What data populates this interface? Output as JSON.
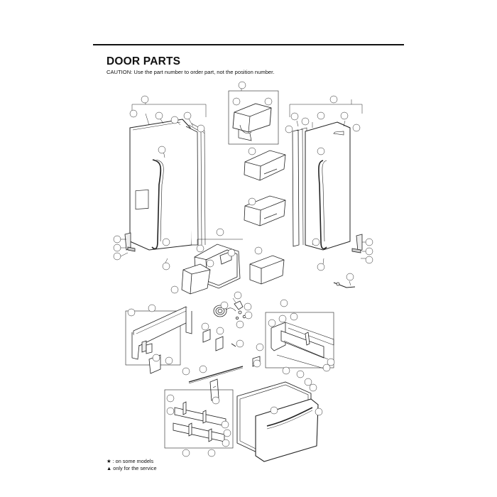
{
  "title": "DOOR PARTS",
  "caution": "CAUTION: Use the part number to order part, not the position number.",
  "legend": [
    {
      "symbol": "★",
      "text": ": on some models"
    },
    {
      "symbol": "▲",
      "text": "only for the service"
    }
  ]
}
